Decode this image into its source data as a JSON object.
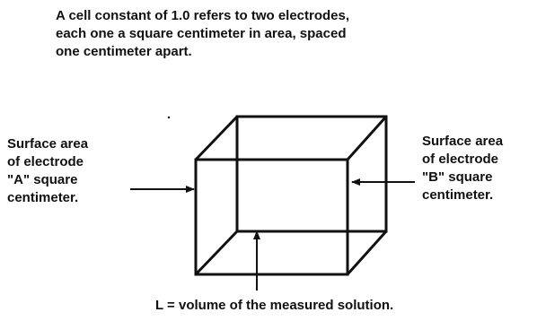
{
  "caption": {
    "lines": [
      "A cell constant of 1.0 refers to two electrodes,",
      "each one a square centimeter in area, spaced",
      "one centimeter apart."
    ]
  },
  "electrode_a": {
    "lines": [
      "Surface area",
      "of electrode",
      "\"A\" square",
      "centimeter."
    ]
  },
  "electrode_b": {
    "lines": [
      "Surface area",
      "of electrode",
      "\"B\" square",
      "centimeter."
    ]
  },
  "volume_label": "L = volume of the measured solution.",
  "colors": {
    "ink": "#111111",
    "background": "#ffffff"
  }
}
